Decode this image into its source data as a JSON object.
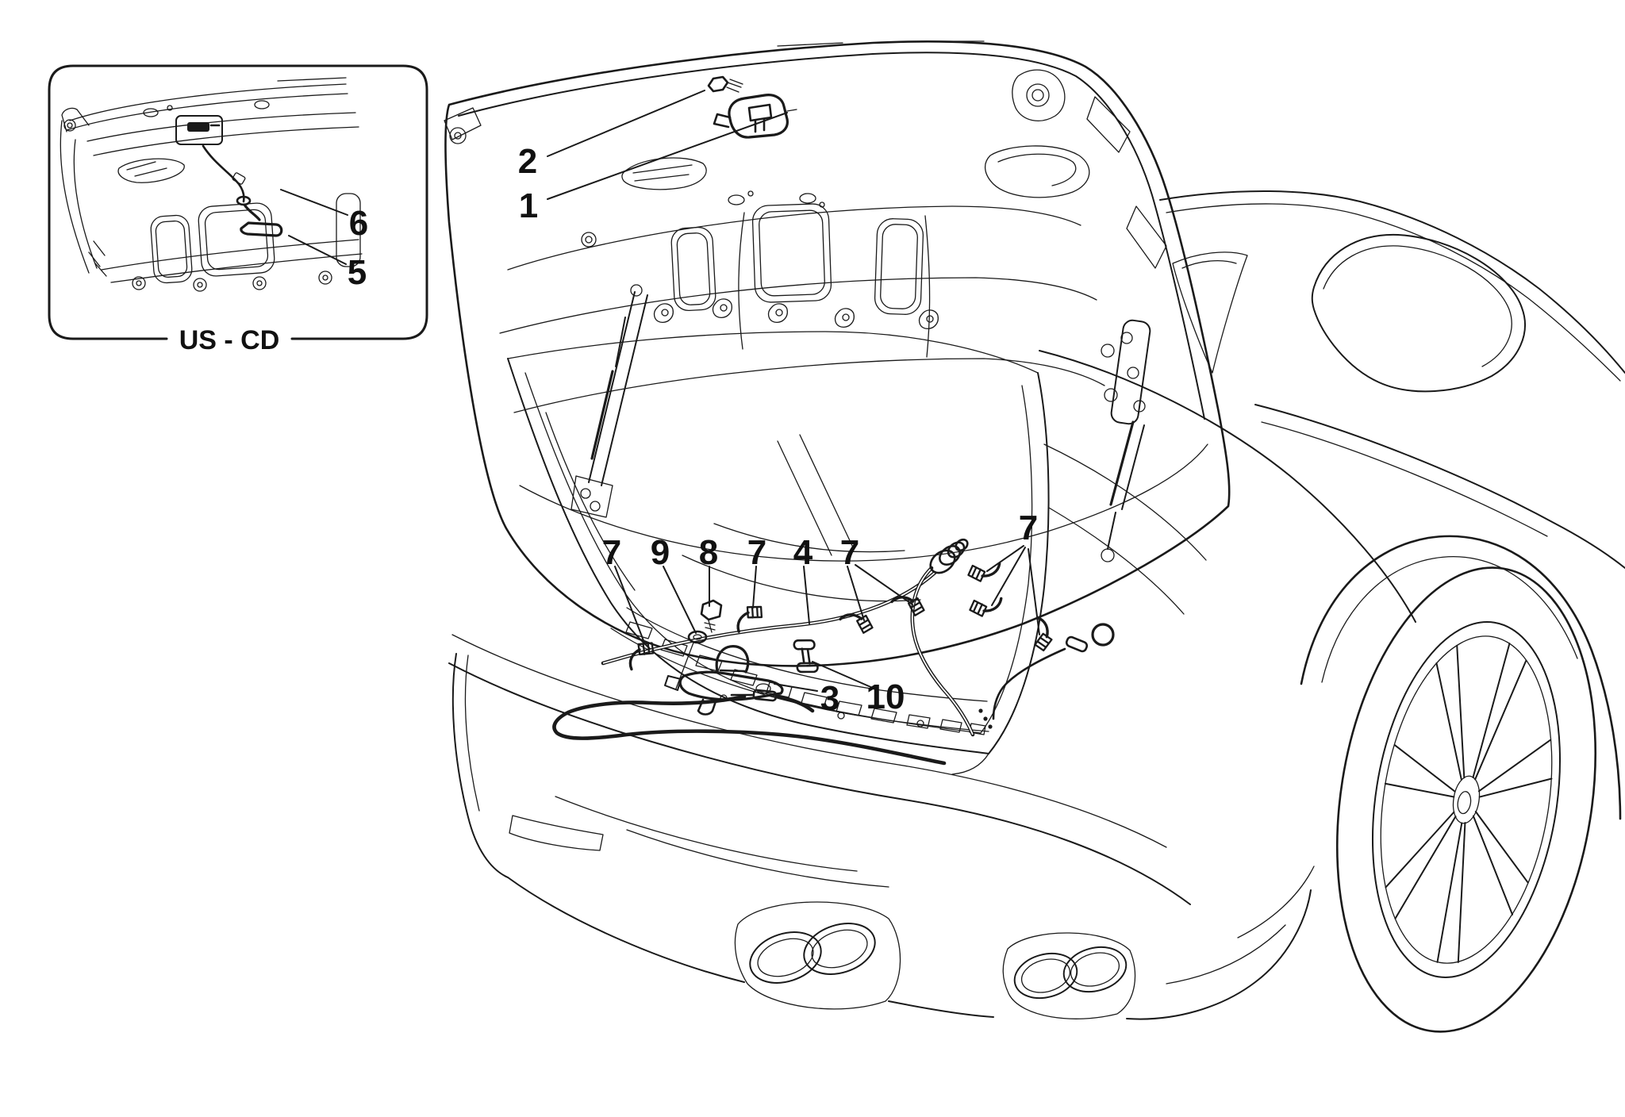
{
  "figure": {
    "inset": {
      "variant_label": "US - CD"
    },
    "callouts": [
      {
        "label": "1"
      },
      {
        "label": "2"
      },
      {
        "label": "3"
      },
      {
        "label": "4"
      },
      {
        "label": "5"
      },
      {
        "label": "6"
      },
      {
        "label": "7"
      },
      {
        "label": "7"
      },
      {
        "label": "7"
      },
      {
        "label": "7"
      },
      {
        "label": "8"
      },
      {
        "label": "9"
      },
      {
        "label": "10"
      }
    ],
    "colors": {
      "line": "#1a1a1a",
      "background": "#ffffff"
    }
  }
}
